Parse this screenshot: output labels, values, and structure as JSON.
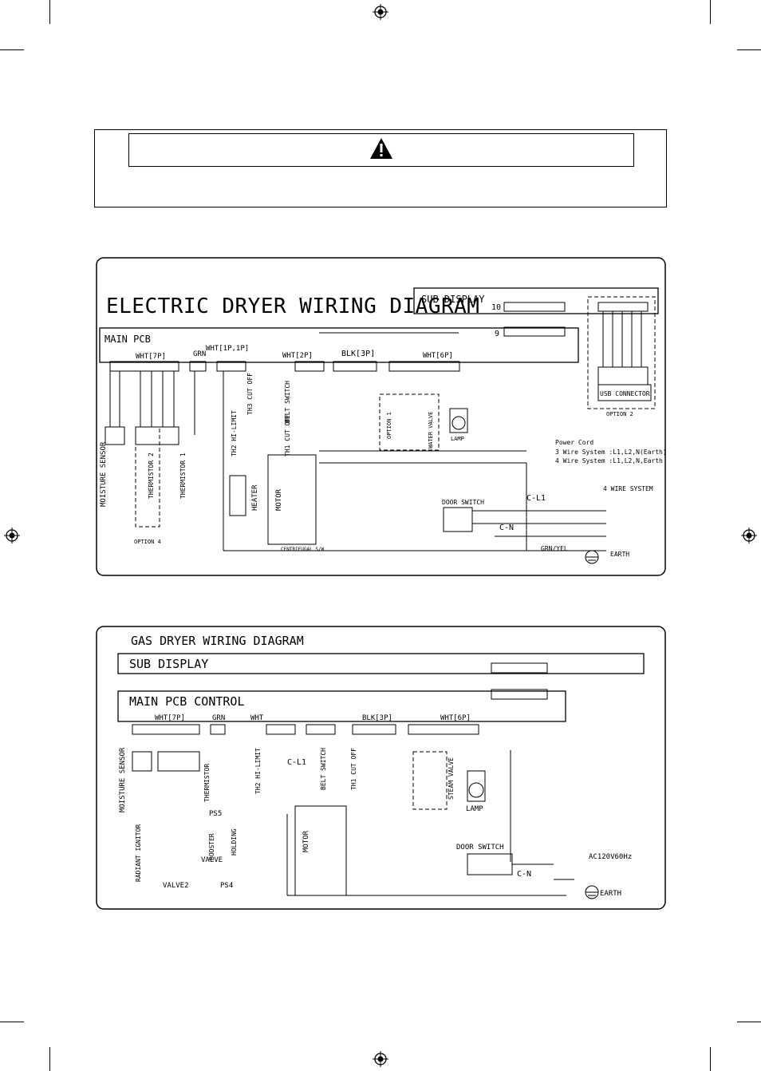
{
  "electric": {
    "title": "ELECTRIC DRYER WIRING DIAGRAM",
    "sub_display": "SUB DISPLAY",
    "main_pcb": "MAIN PCB",
    "conn_labels": {
      "wht7p": "WHT[7P]",
      "grn": "GRN",
      "wht1p": "WHT[1P,1P]",
      "wht2p": "WHT[2P]",
      "blk3p": "BLK[3P]",
      "wht6p": "WHT[6P]"
    },
    "components": {
      "moisture": "MOISTURE SENSOR",
      "therm2": "THERMISTOR 2",
      "therm1": "THERMISTOR 1",
      "heater": "HEATER",
      "motor": "MOTOR",
      "door": "DOOR SWITCH",
      "lamp": "LAMP",
      "usb": "USB CONNECTOR",
      "opt1": "OPTION 1",
      "opt2": "OPTION 2",
      "opt4": "OPTION 4",
      "water": "WATER VALVE",
      "centrifugal": "CENTRIFUGAL S/W",
      "th3": "TH3 CUT OFF",
      "th2": "TH2 HI-LIMIT",
      "th1": "TH1 CUT OFF",
      "belt": "BELT SWITCH"
    },
    "power": {
      "title": "Power Cord",
      "line3": "3 Wire System :L1,L2,N(Earth)",
      "line4": "4 Wire System :L1,L2,N,Earth",
      "four": "4 WIRE SYSTEM",
      "earth": "EARTH",
      "cl1": "C-L1",
      "cn": "C-N",
      "grnyel": "GRN/YEL"
    }
  },
  "gas": {
    "title": "GAS DRYER WIRING DIAGRAM",
    "sub_display": "SUB DISPLAY",
    "main_pcb": "MAIN PCB CONTROL",
    "conn_labels": {
      "wht7p": "WHT[7P]",
      "grn": "GRN",
      "wht": "WHT",
      "blk3p": "BLK[3P]",
      "wht6p": "WHT[6P]"
    },
    "components": {
      "moisture": "MOISTURE SENSOR",
      "therm": "THERMISTOR",
      "radiant": "RADIANT IGNITOR",
      "booster": "BOOSTER",
      "holding": "HOLDING",
      "valve": "VALVE",
      "valve2": "VALVE2",
      "motor": "MOTOR",
      "door": "DOOR SWITCH",
      "lamp": "LAMP",
      "steam": "STEAM VALVE",
      "ac": "AC120V60Hz",
      "earth": "EARTH",
      "ps5": "PS5",
      "ps4": "PS4",
      "cn": "C-N",
      "cl1": "C-L1",
      "th2": "TH2 HI-LIMIT",
      "belt": "BELT SWITCH",
      "th1": "TH1 CUT OFF"
    }
  }
}
